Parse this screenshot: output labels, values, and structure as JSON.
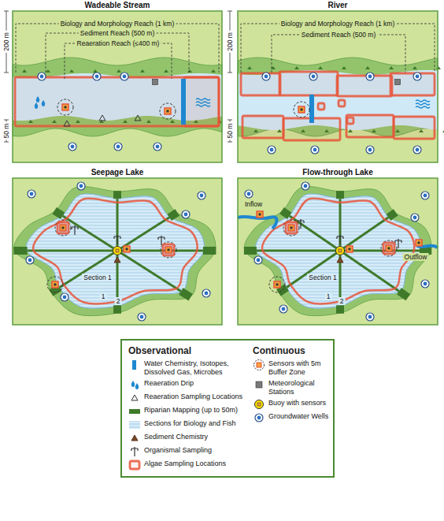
{
  "diagram": {
    "nodes": [
      {
        "text": [
          "Wadeable Stream"
        ]
      },
      {
        "text": [
          "River"
        ]
      },
      {
        "text": [
          "Seepage Lake"
        ]
      },
      {
        "text": [
          "Flow-through Lake"
        ]
      },
      {
        "text": [
          "Observational",
          "Continuous"
        ]
      }
    ],
    "labels": [
      "Biology and Morphology Reach (1 km)",
      "Sediment Reach (500 m)",
      "Reaeration Reach (≤400 m)",
      "200 m",
      "50 m",
      "Biology and Morphology Reach (1 km)",
      "Sediment Reach (500 m)",
      "200 m",
      "50 m",
      "Section 1",
      "1",
      "2",
      "Inflow",
      "Section 1",
      "1",
      "2",
      "Outflow"
    ],
    "legend": [
      {
        "text": "Water Chemistry, Isotopes, Dissolved Gas, Microbes",
        "color": "#1e88d0"
      },
      {
        "text": "Reaeration Drip"
      },
      {
        "text": "Reaeration Sampling Locations"
      },
      {
        "text": "Riparian Mapping (up to 50m)",
        "color": "#3f7a2a"
      },
      {
        "text": "Sections for Biology and Fish"
      },
      {
        "text": "Sediment Chemistry"
      },
      {
        "text": "Organismal Sampling"
      },
      {
        "text": "Algae Sampling Locations"
      },
      {
        "text": "Sensors with 5m Buffer Zone"
      },
      {
        "text": "Meteorological Stations",
        "color": "#7a7a7a"
      },
      {
        "text": "Buoy with sensors"
      },
      {
        "text": "Groundwater Wells"
      }
    ]
  }
}
